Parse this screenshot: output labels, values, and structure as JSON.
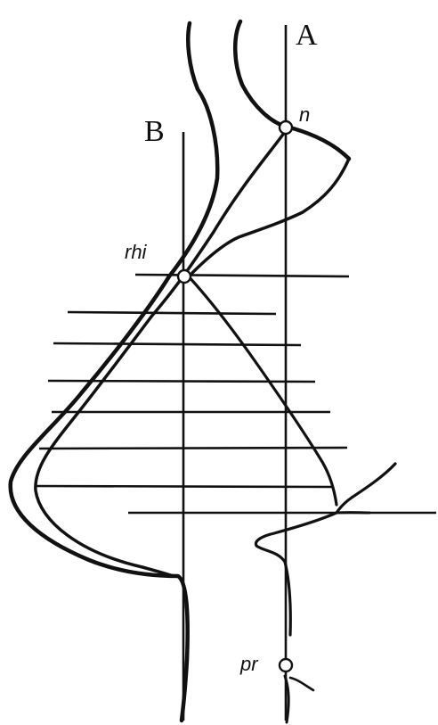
{
  "labels": {
    "line_a": "A",
    "line_b": "B",
    "nasion": "n",
    "rhinion": "rhi",
    "pronasale": "pr"
  }
}
